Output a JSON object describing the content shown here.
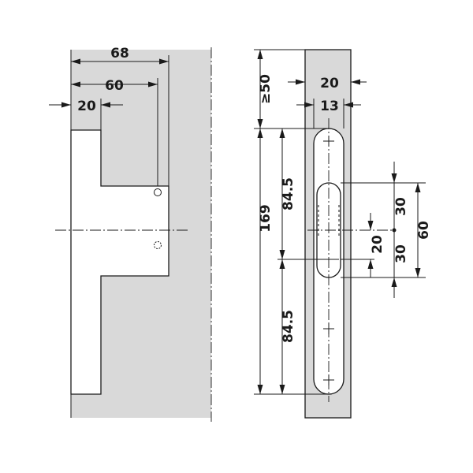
{
  "drawing": {
    "colors": {
      "surface": "#d9d9d9",
      "ink": "#1a1a1a",
      "paper": "#ffffff"
    },
    "front_view": {
      "dimensions": {
        "overall_width": "68",
        "hole_offset": "60",
        "edge_offset": "20"
      }
    },
    "side_view": {
      "dimensions": {
        "min_thickness": "≥50",
        "face_width": "20",
        "slot_width": "13",
        "total_length": "169",
        "upper_half": "84.5",
        "lower_half": "84.5",
        "upper_offset": "30",
        "lower_offset": "30",
        "slot_length": "60",
        "slot_center": "20"
      }
    }
  }
}
